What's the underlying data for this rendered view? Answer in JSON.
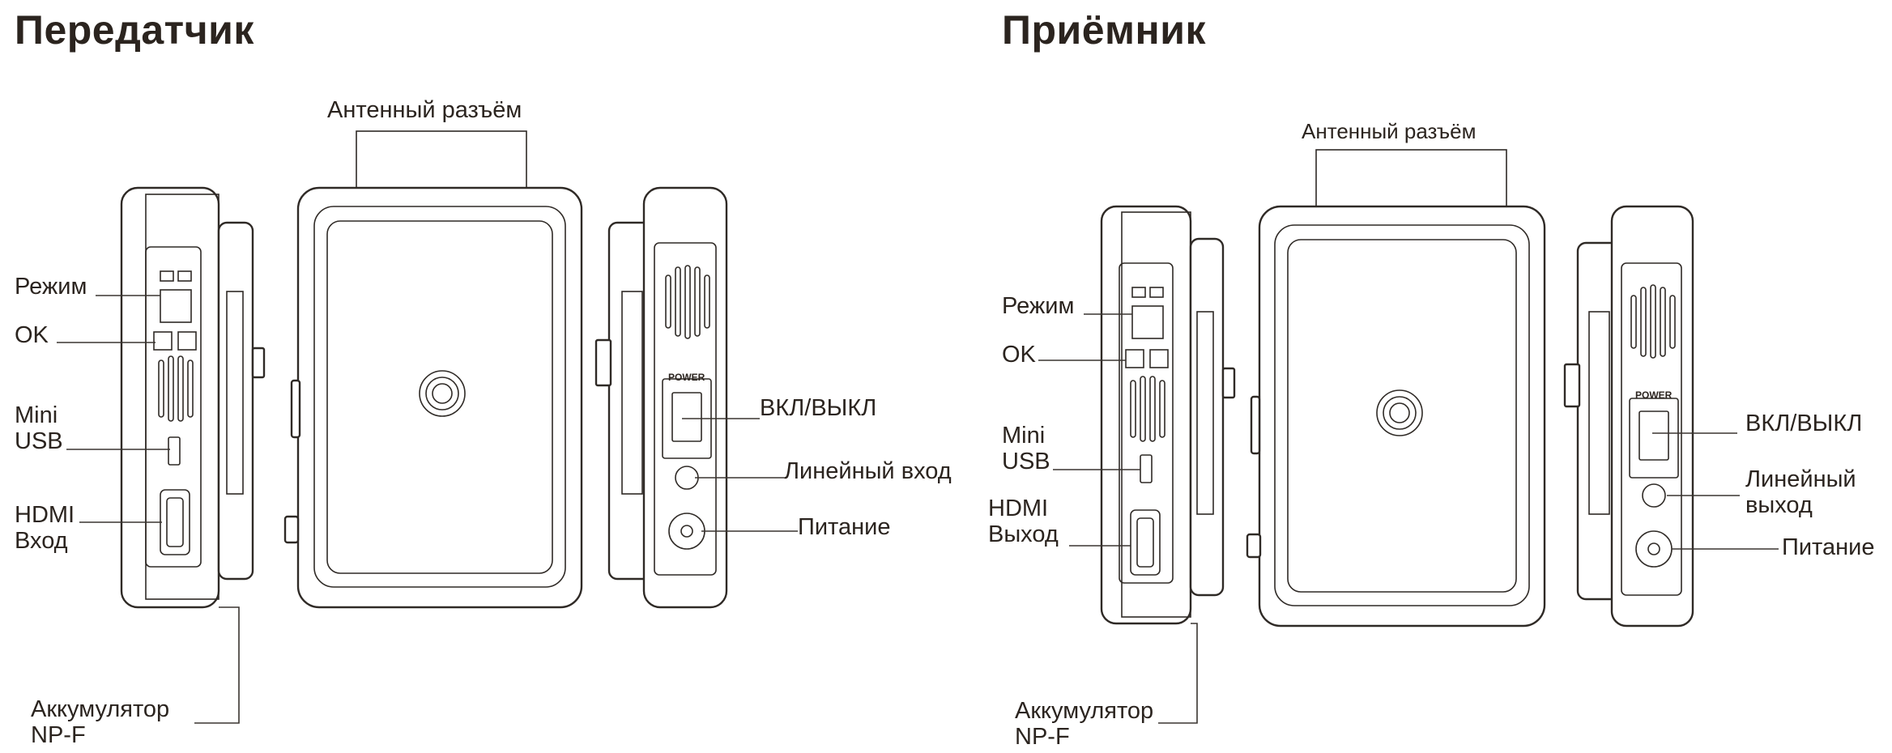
{
  "transmitter": {
    "title": "Передатчик",
    "labels": {
      "antenna": "Антенный разъём",
      "mode": "Режим",
      "ok": "OK",
      "usb": "Mini\nUSB",
      "hdmi": "HDMI\nВход",
      "battery": "Аккумулятор\nNP-F",
      "power_switch": "ВКЛ/ВЫКЛ",
      "line": "Линейный вход",
      "power_in": "Питание",
      "power_marking": "POWER"
    }
  },
  "receiver": {
    "title": "Приёмник",
    "labels": {
      "antenna": "Антенный разъём",
      "mode": "Режим",
      "ok": "OK",
      "usb": "Mini\nUSB",
      "hdmi": "HDMI\nВыход",
      "battery": "Аккумулятор\nNP-F",
      "power_switch": "ВКЛ/ВЫКЛ",
      "line": "Линейный\nвыход",
      "power_in": "Питание",
      "power_marking": "POWER"
    }
  }
}
